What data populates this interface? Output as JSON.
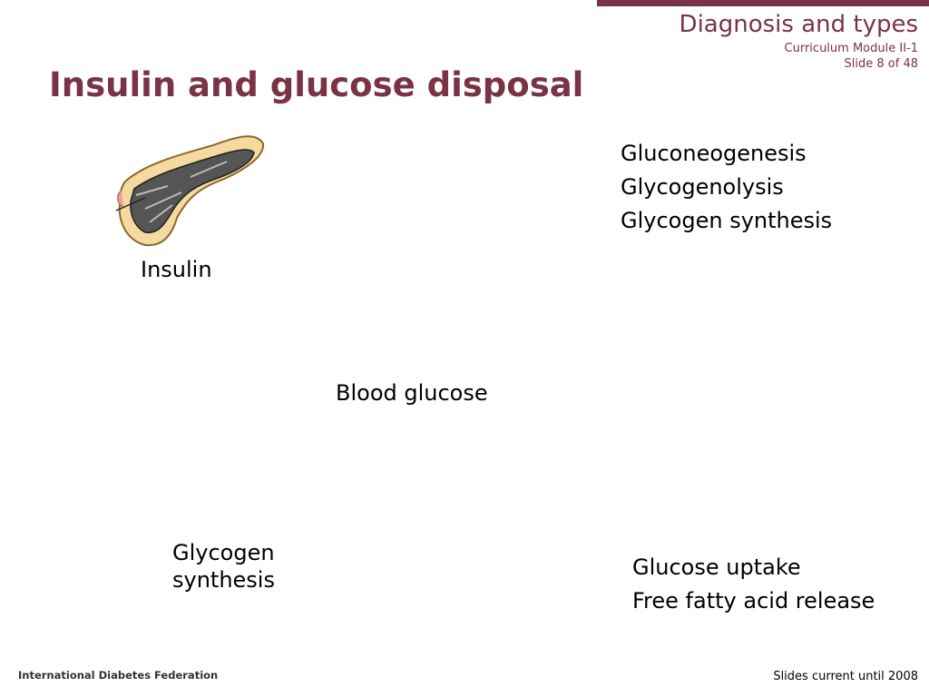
{
  "header": {
    "section_title": "Diagnosis and types",
    "module": "Curriculum Module II-1",
    "slide_number": "Slide 8 of 48"
  },
  "title": "Insulin and glucose disposal",
  "diagram": {
    "insulin_label": "Insulin",
    "blood_glucose": {
      "label": "Blood glucose",
      "direction": "down"
    },
    "liver_effects": [
      {
        "label": "Gluconeogenesis",
        "direction": "down"
      },
      {
        "label": "Glycogenolysis",
        "direction": "down"
      },
      {
        "label": "Glycogen synthesis",
        "direction": "up"
      }
    ],
    "muscle_effect": {
      "line1": "Glycogen",
      "line2": "synthesis",
      "direction": "up"
    },
    "fat_effects": [
      {
        "label": "Glucose uptake",
        "direction": "up"
      },
      {
        "label": "Free fatty acid release",
        "direction": "down"
      }
    ]
  },
  "footer": {
    "organization": "International Diabetes Federation",
    "note": "Slides current until 2008"
  },
  "colors": {
    "accent": "#7a3346",
    "muscle": "#e8281e",
    "liver": "#d66070",
    "fat": "#ffff99"
  }
}
